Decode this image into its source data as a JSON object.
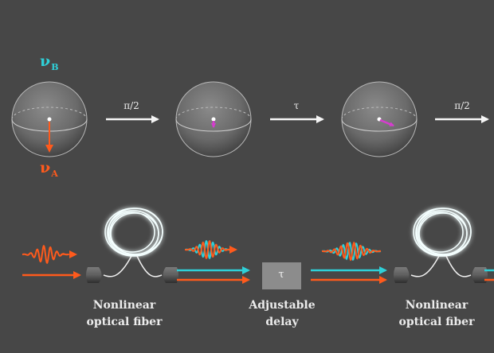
{
  "labels": {
    "nu_b": "ν",
    "nu_b_sub": "B",
    "nu_a": "ν",
    "nu_a_sub": "A",
    "pulse_1": "π/2",
    "pulse_2": "τ",
    "pulse_3": "π/2",
    "delay_box": "τ"
  },
  "captions": {
    "fiber_1": [
      "Nonlinear",
      "optical fiber"
    ],
    "delay": [
      "Adjustable",
      "delay"
    ],
    "fiber_2": [
      "Nonlinear",
      "optical fiber"
    ]
  },
  "colors": {
    "background": "#474747",
    "cyan": "#2fd0d8",
    "orange": "#ff5a1c",
    "magenta": "#d63ccf",
    "arrow": "#f5f5f5",
    "delay_box": "#8c8c8c"
  }
}
